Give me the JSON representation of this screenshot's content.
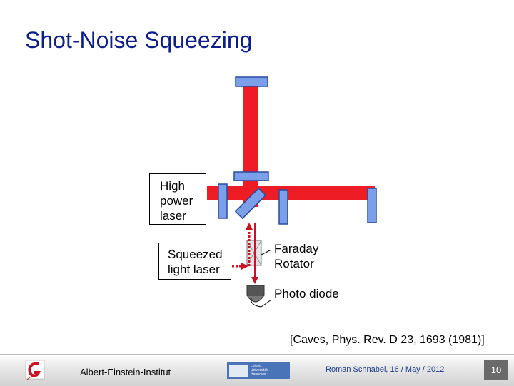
{
  "slide": {
    "title": "Shot-Noise Squeezing",
    "citation": "[Caves, Phys. Rev. D 23, 1693 (1981)]"
  },
  "labels": {
    "high_power_laser": [
      "High",
      "power",
      "laser"
    ],
    "squeezed_light_laser": [
      "Squeezed",
      "light laser"
    ],
    "faraday_rotator": [
      "Faraday",
      "Rotator"
    ],
    "photo_diode": "Photo diode"
  },
  "footer": {
    "institute": "Albert-Einstein-Institut",
    "author_date": "Roman Schnabel, 16 / May / 2012",
    "page_number": "10",
    "university_logo_text": [
      "Leibniz",
      "Universität",
      "Hannover"
    ]
  },
  "colors": {
    "title": "#0d1f8c",
    "beam": "#ee1c24",
    "mirror_fill": "#7b9fe8",
    "mirror_stroke": "#2a4aa0",
    "squeezed_beam": "#cc1122"
  }
}
